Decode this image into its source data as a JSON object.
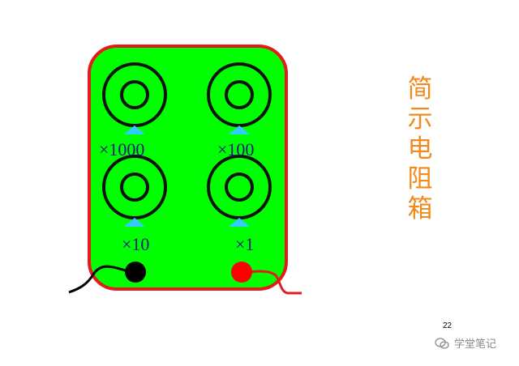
{
  "title_chars": [
    "简",
    "示",
    "电",
    "阻",
    "箱"
  ],
  "dials": [
    {
      "label": "×1000"
    },
    {
      "label": "×100"
    },
    {
      "label": "×10"
    },
    {
      "label": "×1"
    }
  ],
  "terminals": [
    {
      "color": "#000000"
    },
    {
      "color": "#ff0000"
    }
  ],
  "colors": {
    "box_fill": "#00ff00",
    "box_border": "#e31b1b",
    "knob": "#111111",
    "pointer": "#33ccff",
    "title": "#f08a1c"
  },
  "page_number": "22",
  "watermark_text": "学堂笔记"
}
